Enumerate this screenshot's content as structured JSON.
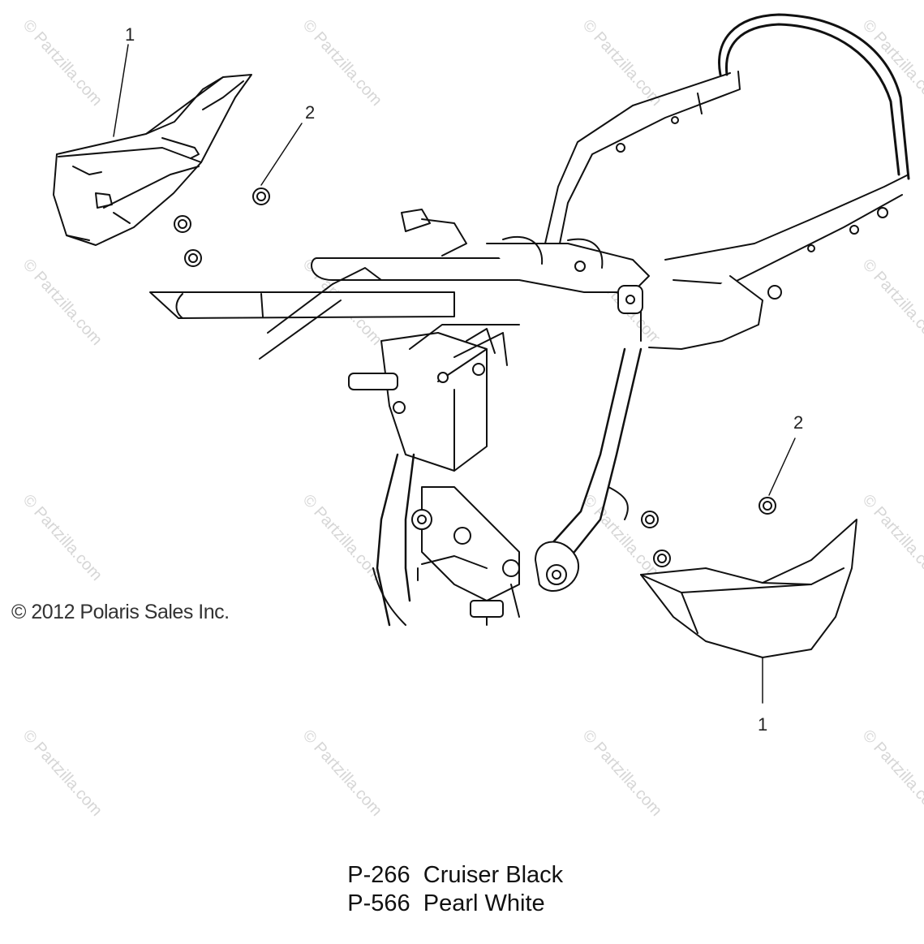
{
  "callouts": {
    "part_1_top": "1",
    "part_2_top": "2",
    "part_2_bottom": "2",
    "part_1_bottom": "1"
  },
  "copyright": "© 2012 Polaris Sales Inc.",
  "watermark": "© Partzilla.com",
  "colors": [
    {
      "code": "P-266",
      "name": "Cruiser Black"
    },
    {
      "code": "P-566",
      "name": "Pearl White"
    }
  ]
}
